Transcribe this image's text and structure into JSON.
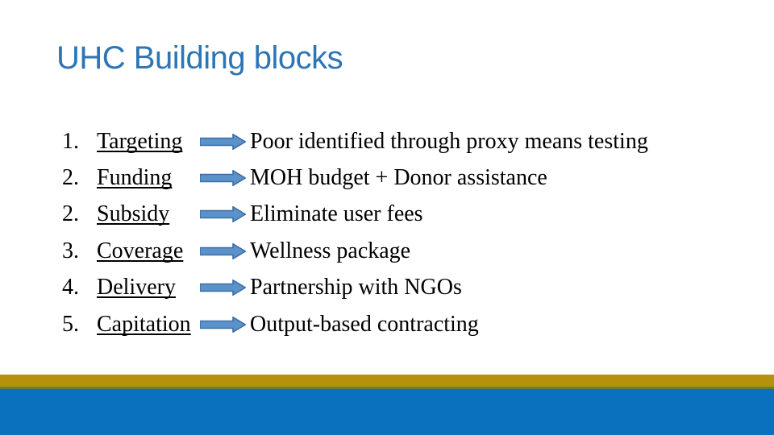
{
  "slide": {
    "title": "UHC Building blocks",
    "list": {
      "items": [
        {
          "number": "1.",
          "term": "Targeting",
          "arrow_icon": "right-arrow-icon",
          "description": "Poor identified through proxy means testing"
        },
        {
          "number": "2.",
          "term": "Funding",
          "arrow_icon": "right-arrow-icon",
          "description": "MOH budget + Donor assistance"
        },
        {
          "number": "2.",
          "term": "Subsidy",
          "arrow_icon": "right-arrow-icon",
          "description": "Eliminate user fees"
        },
        {
          "number": "3.",
          "term": "Coverage",
          "arrow_icon": "right-arrow-icon",
          "description": "Wellness package"
        },
        {
          "number": "4.",
          "term": "Delivery",
          "arrow_icon": "right-arrow-icon",
          "description": "Partnership with NGOs"
        },
        {
          "number": "5.",
          "term": "Capitation",
          "arrow_icon": "right-arrow-icon",
          "description": "Output-based contracting"
        }
      ]
    },
    "colors": {
      "title_text": "#2E75B6",
      "body_text": "#000000",
      "arrow_fill": "#5B92C9",
      "arrow_border": "#3D6EA5",
      "footer_gold": "#B6910E",
      "footer_seam": "#6D7C35",
      "footer_blue": "#0971BE"
    }
  }
}
